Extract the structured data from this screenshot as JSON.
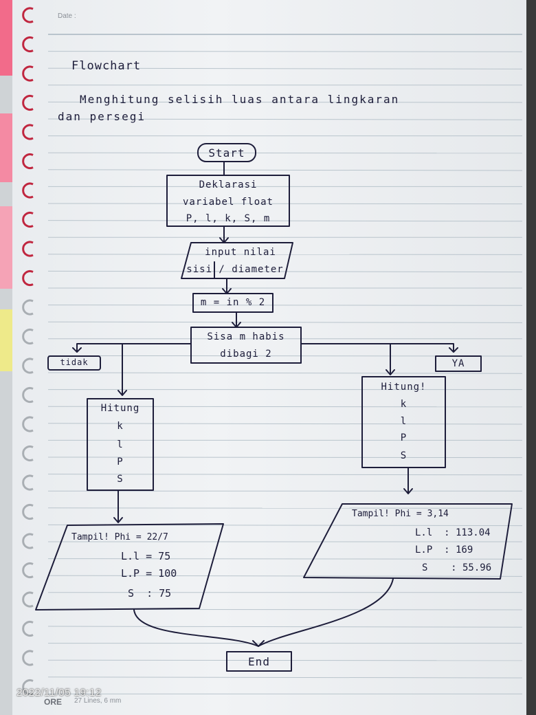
{
  "page": {
    "date_label": "Date :",
    "title": "Flowchart",
    "subtitle_line1": "Menghitung selisih luas antara lingkaran",
    "subtitle_line2": "dan persegi"
  },
  "nodes": {
    "start": "Start",
    "declare": [
      "Deklarasi",
      "variabel float",
      "P, l, k, S, m"
    ],
    "input": [
      "input nilai",
      "sisi / diameter"
    ],
    "process": "m = in % 2",
    "decision": [
      "Sisa m habis",
      "dibagi 2"
    ],
    "label_no": "tidak",
    "label_yes": "YA",
    "calc_left": [
      "Hitung",
      "k",
      "l",
      "P",
      "S"
    ],
    "calc_right": [
      "Hitung!",
      "k",
      "l",
      "P",
      "S"
    ],
    "output_left": [
      "Tampil! Phi = 22/7",
      "L.l = 75",
      "L.P = 100",
      "S  : 75"
    ],
    "output_right": [
      "Tampil! Phi = 3,14",
      "L.l  : 113.04",
      "L.P  : 169",
      "S    : 55.96"
    ],
    "end": "End"
  },
  "footer": {
    "timestamp": "2022/11/05 19:12",
    "brand": "ORE",
    "brand_sub": "27 Lines, 6 mm"
  },
  "colors": {
    "ink": "#1d1d3a",
    "ruled_line": "#b9c4cc",
    "paper": "#eef0f2"
  }
}
